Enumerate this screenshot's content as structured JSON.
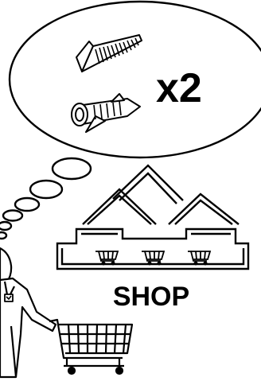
{
  "thought_bubble": {
    "quantity_label": "x2",
    "items": [
      "screw-icon",
      "wall-plug-icon"
    ]
  },
  "store": {
    "sign_text": "SHOP",
    "cart_count": 3
  },
  "colors": {
    "ink": "#000000",
    "paper": "#ffffff"
  }
}
